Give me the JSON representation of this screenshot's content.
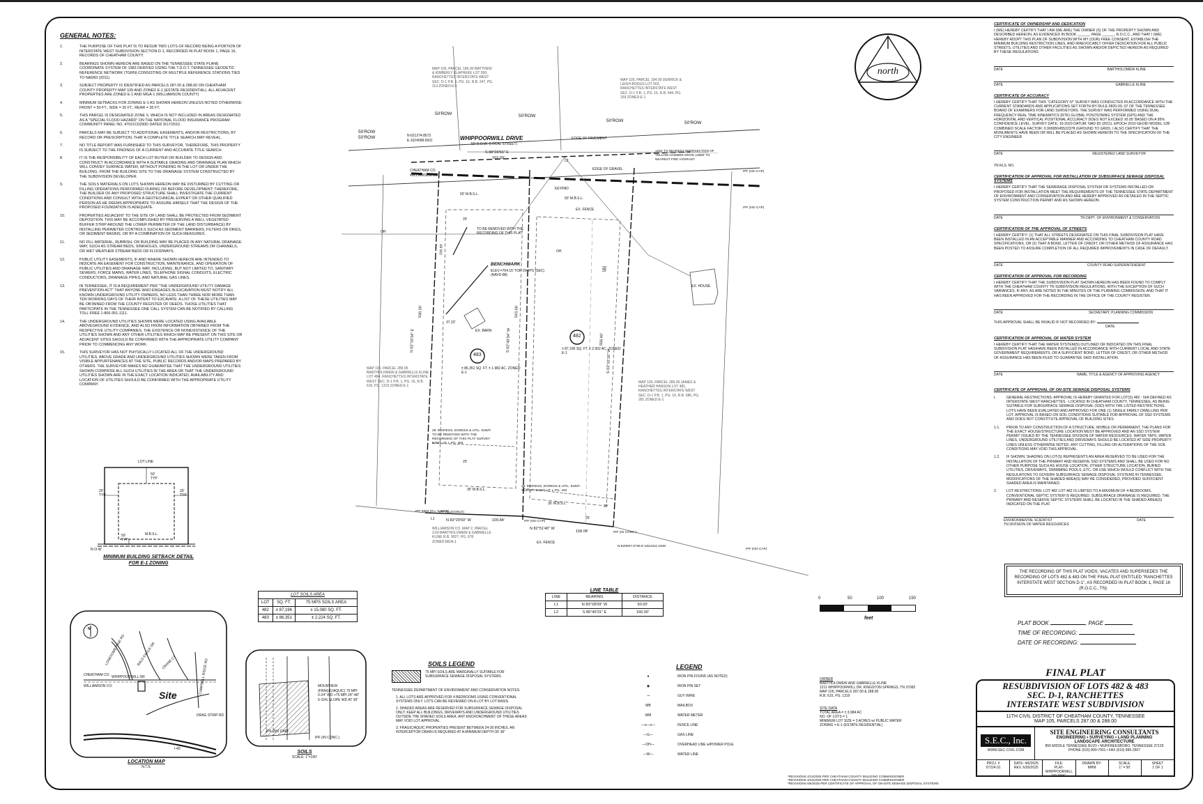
{
  "general_notes": {
    "title": "GENERAL NOTES:",
    "items": [
      {
        "n": "1.",
        "t": "THE PURPOSE OF THIS PLAT IS TO RESUB TWO LOTS OF RECORD BEING A PORTION OF INTERSTATE WEST SUBDIVISION SECTION D-1, RECORDED IN PLAT BOOK 1, PAGE 16, RECORDS OF CHEATHAM COUNTY."
      },
      {
        "n": "2.",
        "t": "BEARINGS SHOWN HEREON ARE BASED ON THE TENNESSEE STATE PLANE COORDINATE SYSTEM OF 1983 DERIVED USING THE T.D.O.T. TENNESSEE GEODETIC REFERENCE NETWORK (TGRN) CONSISTING OF MULTIPLE REFERENCE STATIONS TIED TO NAD83 (2011)."
      },
      {
        "n": "3.",
        "t": "SUBJECT PROPERTY IS IDENTIFIED AS PARCELS 287.00 & 288.00 ON CHEATHAM COUNTY PROPERTY MAP 105 AND ZONED E-1 (ESTATE RESIDENTIAL). ALL ADJACENT PROPERTIES ARE ZONED E-1 AND MGA-1 (WILLIAMSON COUNTY)"
      },
      {
        "n": "4.",
        "t": "MINIMUM SETBACKS FOR ZONING E-1 AS SHOWN HEREON UNLESS NOTED OTHERWISE: FRONT = 50 FT., SIDE = 20 FT., REAR = 35 FT."
      },
      {
        "n": "5.",
        "t": "THIS PARCEL IS DESIGNATED ZONE X, WHICH IS NOT INCLUDED IN AREAS DESIGNATED AS A \"SPECIAL FLOOD HAZARD\" ON THE NATIONAL FLOOD INSURANCE PROGRAM COMMUNITY PANEL NO. 47021C0290D DATED 9/17/2010."
      },
      {
        "n": "6.",
        "t": "PARCELS MAY BE SUBJECT TO ADDITIONAL EASEMENTS, AND/OR RESTRICTIONS, BY RECORD OR PRESCRIPTION, THAT A COMPLETE TITLE SEARCH MAY REVEAL."
      },
      {
        "n": "7.",
        "t": "NO TITLE REPORT WAS FURNISHED TO THIS SURVEYOR, THEREFORE, THIS PROPERTY IS SUBJECT TO THE FINDINGS OF A CURRENT AND ACCURATE TITLE SEARCH"
      },
      {
        "n": "8.",
        "t": "IT IS THE RESPONSIBILITY OF EACH LOT BUYER OR BUILDER TO DESIGN AND CONSTRUCT IN ACCORDANCE WITH A SUITABLE GRADING AND DRAINAGE PLAN WHICH WILL CONVEY SURFACE WATER, WITHOUT PONDING IN THE LOT OR UNDER THE BUILDING, FROM THE BUILDING SITE TO THE DRAINAGE SYSTEM CONSTRUCTED BY THE SUBDIVISION DEVELOPER."
      },
      {
        "n": "9.",
        "t": "THE SOILS MATERIALS ON LOTS SHOWN HEREON MAY BE DISTURBED BY CUTTING OR FILLING OPERATIONS PERFORMED DURING OR BEFORE DEVELOPMENT; THEREFORE, THE BUILDER OF ANY PROPOSED STRUCTURE SHALL INVESTIGATE THE CURRENT CONDITIONS AND CONSULT WITH A GEOTECHNICAL EXPERT OR OTHER QUALIFIED PERSON AS HE DEEMS APPROPRIATE TO ASSURE HIMSELF THAT THE DESIGN OF THE PROPOSED FOUNDATION IS ADEQUATE."
      },
      {
        "n": "10.",
        "t": "PROPERTIES ADJACENT TO THE SITE OF LAND SHALL BE PROTECTED FROM SEDIMENT DEPOSITION. THIS MAY BE ACCOMPLISHED BY PRESERVING A WELL-VEGETATED BUFFER STRIP AROUND THE LOWER PERIMETER OF THE LAND DISTURBANCE) BY INSTALLING PERIMETER CONTROLS SUCH AS SEDIMENT BARRIERS, FILTERS OR DIKES, OR SEDIMENT BASINS; OR BY A COMBINATION OF SUCH MEASURES."
      },
      {
        "n": "11.",
        "t": "NO FILL MATERIAL, RUBBISH, OR BUILDING MAY BE PLACED IN ANY NATURAL DRAINAGE WAY, SUCH AS STREAM BEDS, SINKHOLES, UNDERGROUND STREAMS OR CHANNELS, OR WET WEATHER STREAM BEDS OR FLOODWAYS."
      },
      {
        "n": "12.",
        "t": "PUBLIC UTILITY EASEMENTS, IF AND WHERE SHOWN HEREON ARE INTENDED TO INDICATE AN EASEMENT FOR CONSTRUCTION, MAINTENANCE, AND OPERATION OF PUBLIC UTILITIES AND DRAINAGE WAY, INCLUDING, BUT NOT LIMITED TO, SANITARY SEWERS, FORCE MAINS, WATER LINES, TELEPHONE SIGNAL CONDUITS, ELECTRIC CONDUCTORS, DRAINAGE PIPES, AND NATURAL GAS LINES."
      },
      {
        "n": "13.",
        "t": "IN TENNESSEE, IT IS A REQUIREMENT PER \"THE UNDERGROUND UTILITY DAMAGE PREVENTION ACT\" THAT ANYONE WHO ENGAGES IN EXCAVATION MUST NOTIFY ALL KNOWN UNDERGROUND UTILITY OWNERS, NO LESS THAN THREE NOR MORE THAN TEN WORKING DAYS OF THEIR INTENT TO EXCAVATE. A LIST OF THESE UTILITIES MAY BE OBTAINED FROM THE COUNTY REGISTER OF DEEDS. THOSE UTILITIES THAT PARTICIPATE IN THE TENNESSEE ONE CALL SYSTEM CAN BE NOTIFIED BY CALLING TOLL FREE 1-800-351-1111."
      },
      {
        "n": "14.",
        "t": "THE UNDERGROUND UTILITIES SHOWN WERE LOCATED USING AVAILABLE ABOVEGROUND EVIDENCE, AND ALSO FROM INFORMATION OBTAINED FROM THE RESPECTIVE UTILITY COMPANIES. THE EXISTENCE OR NONEXISTENCE OF THE UTILITIES SHOWN AND ANY OTHER UTILITIES WHICH MAY BE PRESENT ON THIS SITE OR ADJACENT SITES SHOULD BE CONFIRMED WITH THE APPROPRIATE UTILITY COMPANY PRIOR TO COMMENCING ANY WORK."
      },
      {
        "n": "15.",
        "t": "THIS SURVEYOR HAS NOT PHYSICALLY LOCATED ALL OF THE UNDERGROUND UTILITIES. ABOVE GRADE AND UNDERGROUND UTILITIES SHOWN WERE TAKEN FROM VISIBLE APPURTENANCES AT THE SITE, PUBLIC RECORDS AND/OR MAPS PREPARED BY OTHERS. THE SURVEYOR MAKES NO GUARANTEE THAT THE UNDERGROUND UTILITIES SHOWN COMPRISE ALL SUCH UTILITIES IN THE AREA OR THAT THE UNDERGROUND UTILITIES SHOWN ARE IN THE EXACT LOCATION INDICATED. AVAILABILITY AND LOCATION OF UTILITIES SHOULD BE CONFIRMED WITH THE APPROPRIATE UTILITY COMPANY."
      }
    ]
  },
  "setback_detail": {
    "lot_line": "LOT LINE",
    "top_dim": "50'",
    "top_typ": "TYP",
    "left_dim": "20'",
    "left_typ": "TYP",
    "right_dim": "20'",
    "right_typ": "TYP",
    "msbl": "M.B.S.L.",
    "bottom_dim": "50'",
    "bottom_typ": "TYP",
    "row": "R-O-W",
    "title1": "MINIMUM BUILDING SETBACK DETAIL",
    "title2": "FOR E-1 ZONING",
    "nts": "N.T.S."
  },
  "location_map": {
    "north": "N",
    "site": "Site",
    "title": "LOCATION MAP",
    "nts": "N.T.S.",
    "labels": [
      "CHEATHAM CO.",
      "WILLIAMSON CO.",
      "WHIPPOORWILL DR",
      "I-40",
      "LONESOME PINE RD",
      "BALD EAGLE DR",
      "CRANE CT",
      "CAMPBELL RIDGE RD",
      "DRAG STRIP RD"
    ]
  },
  "soils_table": {
    "title": "LOT SOILS AREA",
    "headers": [
      "LOT",
      "SQ. FT.",
      "75 MPS SOILS AREA"
    ],
    "rows": [
      [
        "482",
        "± 87,196",
        "± 15,080 SQ. FT."
      ],
      [
        "483",
        "± 86,351",
        "± 2,224 SQ. FT."
      ]
    ]
  },
  "soils_map": {
    "title": "SOILS",
    "scale": "SCALE: 1\"=100'",
    "label": "MOUNVIEW (FRAGIC/AQUIC) 75 MPI 0-24\" WD >75 MPI 24\"-48\" 5-15% SLOPE WD AT 36\"",
    "ipf1": "IPF (NO CAP)",
    "ipf2": "IPF (IN CONC.)"
  },
  "soils_legend": {
    "title": "SOILS LEGEND",
    "swatch_text": "75 MPI SOILS ARE MARGINALLY SUITABLE FOR SUBSURFACE SEWAGE DISPOSAL SYSTEMS.",
    "dept": "TENNESSEE DEPARTMENT OF ENVIRONMENT AND CONSERVATION NOTES:",
    "notes": [
      "1.  ALL LOTS ARE APPROVED FOR  4  BEDROOMS USING CONVENTIONAL SYSTEMS ONLY. LOTS CAN BE REVIEWED ON A LOT BY LOT BASIS.",
      "2.  SHADED AREAS ARE RESERVED FOR SUBSURFACE SEWAGE DISPOSAL ONLY. KEEP ALL BUILDINGS, DRIVEWAYS AND UNDERGROUND UTILITIES OUTSIDE THE SHADED SOILS AREA. ANY ENCROACHMENT OF THESE AREAS MAY VOID LOT APPROVAL.",
      "3.  FRAGIC/AQUIC PROPERTIES PRESENT BETWEEN 24-30 INCHES. AN INTERCEPTOR DRAIN IS REQUIRED AT A MINIMUM DEPTH OF 36\""
    ]
  },
  "line_table": {
    "title": "LINE TABLE",
    "headers": [
      "LINE",
      "BEARING",
      "DISTANCE"
    ],
    "rows": [
      [
        "L1",
        "N 83°28'09\" W",
        "50.00'"
      ],
      [
        "L2",
        "S 86°46'31\" E",
        "160.00'"
      ]
    ]
  },
  "legend": {
    "title": "LEGEND",
    "items": [
      "IRON PIN FOUND (AS NOTED)",
      "IRON PIN SET",
      "GUY WIRE",
      "MAILBOX",
      "WATER METER",
      "FENCE LINE",
      "GAS LINE",
      "OVERHEAD LINE w/POWER POLE",
      "WATER LINE"
    ],
    "symbols": [
      "●",
      "◉",
      "⊸",
      "MB",
      "WM",
      "—x—x—",
      "—G—",
      "—OH—",
      "—W—"
    ]
  },
  "scale_bar": {
    "ticks": [
      "0",
      "50",
      "100",
      "150"
    ],
    "unit": "feet"
  },
  "owner": {
    "title": "OWNER",
    "lines": [
      "BARTHOLOMEW AND GABRIELLE KLINE",
      "1211 WHIPPOORWILL DR, KINGSTON SPRINGS, TN 37082",
      "MAP 105, PARCELS 287.00 & 288.00",
      "R.B. 615, PG. 1319"
    ]
  },
  "site_data": {
    "title": "SITE DATA",
    "lines": [
      "TOTAL AREA = ± 3.984 AC",
      "NO. OF LOTS = 1",
      "MINIMUM LOT SIZE = 3 ACRES w/ PUBLIC WATER",
      "ZONING = E-1 (ESTATE RESIDENTIAL)"
    ]
  },
  "revisions": [
    "*REVISIONS 4/14/2025 PER CHEATHAM COUNTY BUILDING COMMISSIONER",
    "*REVISIONS 4/22/2025 PER CHEATHAM COUNTY BUILDING COMMISSIONER",
    "*REVISIONS 6/6/2025 PER CERTIFICATE OF APPROVAL OF ON-SITE SEWAGE DISPOSAL SYSTEMS"
  ],
  "certificates": {
    "ownership": {
      "title": "CERTIFICATE OF OWNERSHIP AND DEDICATION",
      "text": "I (WE) HEREBY CERTIFY THAT I AM (WE ARE) THE OWNER (S) OF THE PROPERTY SHOWN AND DESCRIBED HEREON, AS EVIDENCED IN BOOK ______, PAGE ______, R.O.C.C., AND THAT I (WE) HEREBY ADOPT THIS PLAN OF SUBDIVISION WITH MY (OUR) FREE CONSENT, ESTABLISH THE MINIMUM BUILDING RESTRICTION LINES, AND IRREVOCABLY OFFER DEDICATION FOR ALL PUBLIC STREETS, UTILITIES AND OTHER FACILITIES AS SHOWN AND/OR DEPICTED HEREON AS REQUIRED BY THESE REGULATIONS.",
      "sig1": [
        "DATE",
        "BARTHOLOMEW KLINE"
      ],
      "sig2": [
        "DATE",
        "GABRIELLE KLINE"
      ]
    },
    "accuracy": {
      "title": "CERTIFICATE OF ACCURACY",
      "text": "I HEREBY CERTIFY THAT THIS \"CATEGORY IV\" SURVEY WAS CONDUCTED IN ACCORDANCE WITH THE CURRENT STANDARDS AND APPLICATIONS SET FORTH BY RULE 0820-03-.07 OF THE TENNESSEE BOARD OF EXAMINERS FOR LAND SURVEYORS. THE SURVEY WAS PERFORMED USING DUAL FREQUENCY REAL TIME KINEMATICS (RTK) GLOBAL POSITIONING SYSTEM (GPS) AND THE HORIZONTAL AND VERTICAL POSITIONAL ACCURACY DOES NOT EXCEED ±0.05' BASED ON A 95% CONFIDENCE LEVEL. SURVEY DATE: 10-2023 DATUM: NAD 83 (2011), EPOCH 2010 GEOID MODEL 12B COMBINED SCALE FACTOR: 0.99995045522378 (GROUND TO GRID). I ALSO CERTIFY THAT THE MONUMENTS HAVE BEEN OR WILL BE PLACED AS SHOWN HEREON TO THE SPECIFICATION OF THE CITY ENGINEER",
      "sig1": [
        "DATE",
        "REGISTERED LAND SURVEYOR"
      ],
      "sig2": [
        "TN RLS. NO.",
        ""
      ]
    },
    "sewage": {
      "title": "CERTIFICATION OF APPROVAL FOR INSTALLATION OF SUBSURFACE SEWAGE DISPOSAL SYSTEMS",
      "text": "I HEREBY CERTIFY THAT THE SEWERAGE DISPOSAL SYSTEM OR SYSTEMS INSTALLED OR PROPOSED FOR INSTALLATION MEET THE REQUIREMENTS OF THE TENNESSEE STATE DEPARTMENT OF ENVIRONMENT AND CONSERVATION AND ARE HEREBY APPROVED AS DETAILED IN THE SEPTIC SYSTEM CONSTRUCTION PERMIT AND AS SHOWN HEREON.",
      "sig1": [
        "DATE",
        "TN DEPT. OF ENVIRONMENT & CONSERVATION"
      ]
    },
    "streets": {
      "title": "CERTIFICATION OF THE APPROVAL OF STREETS",
      "text": "I HEREBY CERTIFY: (1) THAT ALL STREETS DESIGNATED ON THIS FINAL SUBDIVISION PLAT HAVE BEEN INSTALLED IN AN ACCEPTABLE MANNER AND ACCORDING TO CHEATHAM COUNTY ROAD SPECIFICATIONS, OR (2) THAT A BOND, LETTER OF CREDIT, OR OTHER METHOD OF ASSURANCE HAS BEEN POSTED TO ASSURE COMPLETION OF ALL REQUIRED IMPROVEMENTS IN CASE OF DEFAULT.",
      "sig1": [
        "DATE",
        "COUNTY ROAD SUPERINTENDENT"
      ]
    },
    "recording": {
      "title": "CERTIFICATION OF APPROVAL FOR RECORDING",
      "text": "I HEREBY CERTIFY THAT THE SUBDIVISION PLAT SHOWN HEREON HAS BEEN FOUND TO COMPLY WITH THE CHEATHAM COUNTY TN SUBDIVISION REGULATIONS, WITH THE EXCEPTION OF SUCH VARIANCES, IF ANY, AS ARE NOTED IN THE MINUTES OF THE PLANNING COMMISSION, AND THAT IT HAS BEEN APPROVED FOR THE RECORDING IN THE OFFICE OF THE COUNTY REGISTER.",
      "sig1": [
        "DATE",
        "SECRETARY, PLANNING COMMISSION"
      ],
      "invalid": "THIS APPROVAL SHALL BE INVALID IF NOT RECORDED BY:",
      "invalid_date": "DATE"
    },
    "water": {
      "title": "CERTIFICATION OF APPROVAL OF WATER SYSTEM",
      "text": "I HEREBY CERTIFY THAT THE WATER SYSTEM(S) OUTLINED OR INDICATED ON THIS FINAL SUBDIVISION PLAT HAS/HAVE BEEN INSTALLED IN ACCORDANCE WITH CURRENT LOCAL AND STATE GOVERNMENT REQUIREMENTS, OR A SUFFICIENT BOND, LETTER OF CREDIT, OR OTHER METHOD OF ASSURANCE HAS BEEN FILED TO GUARANTEE SAID INSTALLATION.",
      "sig1": [
        "DATE",
        "NAME, TITLE & AGENCY OF APPROVING AGENCY"
      ]
    },
    "onsite": {
      "title": "CERTIFICATE OF APPROVAL OF ON-SITE SEWAGE DISPOSAL SYSTEMS",
      "items": [
        [
          "I.",
          "GENERAL RESTRICTIONS: APPROVAL IS HEREBY GRANTED FOR LOT(S) 482 - N/A DEFINED AS INTERSTATE WEST RANCHETTES - LOCATED IN CHEATHAM COUNTY, TENNESSEE, AS BEING SUITABLE FOR SUBSURFACE SEWAGE DISPOSAL (SSD) WITH THE LISTED RESTRICTIONS. LOTS HAVE BEEN EVALUATED AND APPROVED FOR ONE (1) SINGLE FAMILY DWELLING PER LOT. APPROVAL IS BASED ON SOIL CONDITIONS SUITABLE FOR APPROVAL OF SSD SYSTEMS AND DOES NOT CONSTITUTE APPROVAL OF BUILDING SITES."
        ],
        [
          "1.1.",
          "PRIOR TO ANY CONSTRUCTION OF A STRUCTURE, MOBILE OR PERMANENT, THE PLANS FOR THE EXACT HOUSE/STRUCTURE LOCATION MUST BE APPROVED AND AN SSD SYSTEM PERMIT ISSUED BY THE TENNESSEE DIVISION OF WATER RESOURCES. WATER TAPS, WATER LINES, UNDERGROUND UTILITIES AND DRIVEWAYS SHOULD BE LOCATED AT SIDE PROPERTY LINES UNLESS OTHERWISE NOTED. ANY CUTTING, FILLING OR ALTERATIONS OF THE SOIL CONDITIONS MAY VOID THIS APPROVAL."
        ],
        [
          "1.2.",
          "IF SHOWN, SHADING ON LOT(S) REPRESENTS AN AREA RESERVED TO BE USED FOR THE INSTALLATION OF THE PRIMARY AND RESERVE SSD SYSTEMS AND SHALL BE USED FOR NO OTHER PURPOSE SUCH AS HOUSE LOCATION, OTHER STRUCTURE LOCATION, BURIED UTILITIES, DRIVEWAYS, SWIMMING POOLS, ETC. OR USE WHICH WOULD CONFLICT WITH THE REGULATIONS TO GOVERN SUBSURFACE SEWAGE DISPOSAL SYSTEMS IN TENNESSEE. MODIFICATIONS OF THE SHADED AREA(S) MAY BE CONSIDERED, PROVIDED SUFFICIENT SHADED AREA IS MAINTAINED."
        ],
        [
          "2.",
          "LOT RESTRICTIONS: LOT 482 LOT 482 IS LIMITED TO A MAXIMUM OF 4 BEDROOMS. CONVENTIONAL SEPTIC SYSTEM IS REQUIRED. SUBSURFACE DRAINAGE IS REQUIRED. THE PRIMARY AND RESERVE SEPTIC SYSTEMS SHALL BE LOCATED IN THE SHADED AREA(S) INDICATED ON THE PLAT."
        ]
      ],
      "sig1": [
        "ENVIRONMENTAL SCIENTIST",
        "DATE"
      ],
      "sig2": [
        "TN DIVISION OF WATER RESOURCES",
        ""
      ]
    }
  },
  "supersede_box": "THE RECORDING OF THIS PLAT VOIDS, VACATES AND SUPERSEDES THE RECORDING OF LOTS 482 & 483 ON THE FINAL PLAT ENTITLED \"RANCHETTES INTERSTATE WEST SECTION D-1\", AS RECORDED IN PLAT BOOK 1, PAGE 16 (R.O.C.C., TN).",
  "recording_block": {
    "plat_book": "PLAT BOOK",
    "page": ", PAGE",
    "time": "TIME OF RECORDING:",
    "date": "DATE OF RECORDING:"
  },
  "title_block": {
    "final_plat": "FINAL PLAT",
    "t1": "RESUBDIVISION OF LOTS 482 & 483",
    "t2": "SEC. D-1, RANCHETTES",
    "t3": "INTERSTATE WEST SUBDIVISION",
    "district": "11TH CIVIL DISTRICT OF CHEATHAM COUNTY, TENNESSEE",
    "map": "MAP 105, PARCELS 287.00 & 288.00",
    "logo": "S.E.C., Inc.",
    "url": "WWW.SEC-CIVIL.COM",
    "firm": "SITE ENGINEERING CONSULTANTS",
    "services": "ENGINEERING  •  SURVEYING  •  LAND PLANNING",
    "services2": "LANDSCAPE ARCHITECTURE",
    "address": "850 MIDDLE TENNESSEE BLVD • MURFREESBORO, TENNESSEE 37129",
    "phone": "PHONE (615) 890-7901  •  FAX (615) 895-2567",
    "footer": [
      [
        "PROJ. #",
        "07224.01"
      ],
      [
        "DATE: 4/6/2025",
        "REV. 6/26/2025"
      ],
      [
        "FILE:",
        "PLAT-WHIPPOORWILL DR.DWG"
      ],
      [
        "DRAWN BY:",
        "MHM"
      ],
      [
        "SCALE:",
        "1\" = 50'"
      ],
      [
        "SHEET",
        "1 OF 1"
      ]
    ]
  },
  "north_arrow": "north",
  "plan": {
    "row_labels": [
      "50'ROW",
      "50'ROW",
      "50'ROW",
      "50'ROW",
      "50'ROW",
      "50'ROW"
    ],
    "road": "WHIPPOORWILL DRIVE",
    "road_sub": "50' R.O.W. (LOCAL STREET)",
    "top_bearing": "S 88°09'56\" E",
    "top_dist": "162.09'",
    "edge_pavement": "EDGE OF PAVEMENT",
    "edge_gravel": "EDGE OF GRAVEL",
    "coord1": "N:621274.8573",
    "coord2": "E:1624098.6501",
    "county_line1": "CHEATHAM CO.",
    "county_line2": "WILLIAMSON CO.",
    "nearest": "±252' TO NEAREST INTERSECTION OF YELLOW HAMMER DRIVE ±2990' TO NEAREST FIRE HYDRANT",
    "msbl50a": "50' M.B.S.L.",
    "msbl50b": "50' M.B.S.L.",
    "msbl25": "25'",
    "msbl25b": "25'",
    "msbl25c": "25'",
    "msbl25d": "25'",
    "removed": "TO BE REMOVED WITH THE RECORDING OF THIS PLAT",
    "benchmark": "BENCHMARK",
    "bm_info": "ELEV.=764.15' TOP OF IPS (SEC) (NAVD-88)",
    "ex_barn": "EX. BARN",
    "ex_house": "EX. HOUSE",
    "ex_fence": "EX. FENCE",
    "keypad": "KEYPAD",
    "lot483": "483",
    "lot483_info": "± 86,351 SQ. FT. ± 1.982 AC. ZONED: E-1",
    "lot482": "482",
    "lot482_info": "± 87,196 SQ. FT. ± 2.002 AC. ZONED: E-1",
    "adj_nw": "MAP 105, PARCEL 185.00 MATTHEW & KIMBERLY KLAPHEKE LOT 500, RANCHETTES INTERSTATE WEST SEC. D-1 P.B. 1, PG. 16, R.B. 247, PG. 113 ZONED:E-1",
    "adj_ne": "MAP 105, PARCEL 184.00 DERRICK & LEIGH BOGGS LOT 503, RANCHETTES INTERSTATE WEST SEC. D-1 P.B. 1, PG. 16, R.B. 544, PG. 159 ZONED:E-1",
    "adj_w": "MAP 105, PARCEL 289.00 BARTHOLOMEW & GABRIELLE KLINE LOT 484, RANCHETTES INTERSTATE WEST SEC. D-1 P.B. 1, PG. 16, R.B. 615, PG. 1319 ZONED:E-1",
    "adj_e": "MAP 105, PARCEL 286.00 JAMES & HEATHER HANSON LOT 481, RANCHETTES INTERSTATE WEST SEC. D-1 P.B. 1, PG. 16, R.B. 586, PG. 281 ZONED:E-1",
    "adj_s": "WILLIAMSON CO. MAP 2, PARCEL 3.09 BARTHOLOMEW & GABRIELLE KLINE R.B. 9027, PG. 678 ZONED:MGA-1",
    "w_bearing": "N 02°16'34\" E",
    "w_dist": "530.35'",
    "m_bearing": "S 02°40'34\" W",
    "m_dist": "543.56'",
    "e_bearing": "S 03°10'16\" W",
    "e_dist": "556.40'",
    "s_bearing1": "N 83°29'50\" W",
    "s_dist1": "109.84'",
    "s_bearing2": "N 82°51'40\" W",
    "s_dist2": "158.08'",
    "esmt1": "25' INGRESS, EGRESS & UTIL. ESMT. TO BE REMOVED WITH THE RECORDING OF THIS PLAT SURVEY ESMT UT. L PG. 494",
    "esmt2": "25' INGRESS, EGRESS & UTIL. ESMT. SURVEY ESMT UT. L PG. 494",
    "rear1": "35' M.B.S.L.",
    "rear2": "35' M.B.S.L.",
    "ipf_se": "N:620007.0736 E:1624311.1948",
    "ipf_list": [
      "IPF (NO CAP)",
      "IPF (NO CAP)",
      "IPF 5883 (R.L.S.6099)",
      "IPF (ILLEGIBLE)",
      "IPF (NO CAP)",
      "IPF (IN CONC.)",
      "IPF (NO CAP)"
    ],
    "l1": "L1",
    "l2": "L2",
    "oh": "OH",
    "d20": "20'",
    "d20b": "20'",
    "d3723": "37.23'",
    "d23555": "235.55'"
  }
}
